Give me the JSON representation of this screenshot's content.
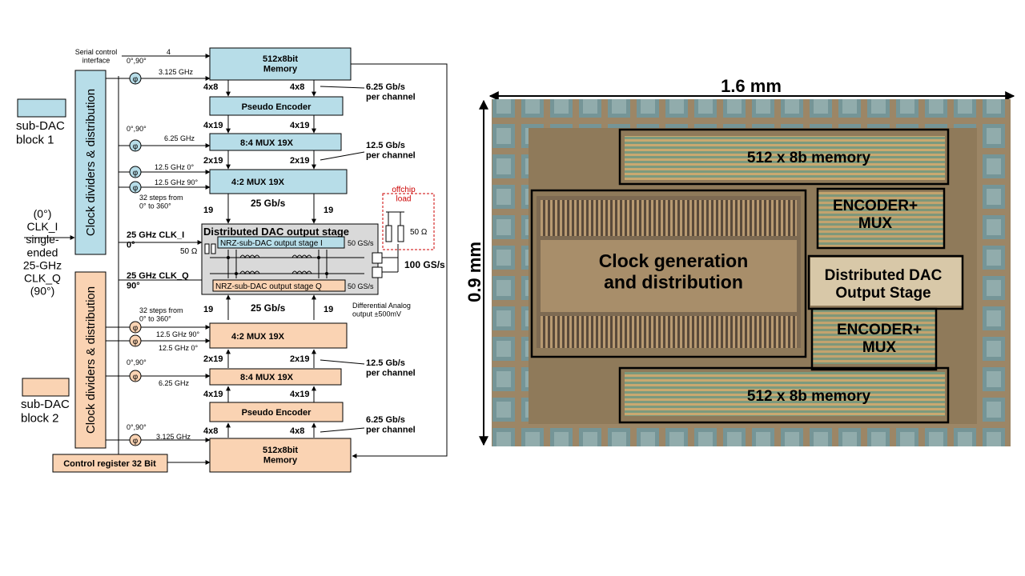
{
  "colors": {
    "blue": "#b7dde8",
    "peach": "#fad3b3",
    "gray": "#d9d9d9",
    "line": "#000000",
    "red_dash": "#cc0000",
    "die": "#9c8666",
    "pad": "#6e98a0"
  },
  "legend": {
    "block1": "sub-DAC\nblock 1",
    "block2": "sub-DAC\nblock 2",
    "clk_label": "(0°)\nCLK_I\nsingle-\nended\n25-GHz\nCLK_Q\n(90°)"
  },
  "clock_div": "Clock dividers & distribution",
  "serial": "Serial control\ninterface",
  "bus4": "4",
  "phase_symbol": "φ",
  "phase_0_90": "0°,90°",
  "steps": "32 steps from\n0° to 360°",
  "freq": {
    "f3125": "3.125 GHz",
    "f625": "6.25 GHz",
    "f125_0": "12.5 GHz 0°",
    "f125_90": "12.5 GHz 90°",
    "f25_i": "25 GHz  CLK_I\n0°",
    "f25_q": "25 GHz  CLK_Q\n90°"
  },
  "blocks": {
    "memory": "512x8bit\nMemory",
    "encoder": "Pseudo Encoder",
    "mux84": "8:4 MUX   19X",
    "mux42": "4:2 MUX 19X",
    "dac_title": "Distributed DAC output stage",
    "nrz_i": "NRZ-sub-DAC output stage I",
    "nrz_q": "NRZ-sub-DAC output stage Q",
    "gs50": "50 GS/s",
    "ohm50": "50 Ω",
    "control": "Control register 32 Bit"
  },
  "bus": {
    "b4x8": "4x8",
    "b4x19": "4x19",
    "b2x19": "2x19",
    "b19": "19",
    "b25": "25 Gb/s"
  },
  "rates": {
    "r625": "6.25 Gb/s\nper channel",
    "r125": "12.5 Gb/s\nper channel",
    "r100": "100 GS/s"
  },
  "offchip": "offchip\nload",
  "analog": "Differential Analog\noutput ±500mV",
  "die": {
    "width": "1.6 mm",
    "height": "0.9 mm",
    "mem_top": "512 x 8b memory",
    "mem_bot": "512 x 8b memory",
    "enc_top": "ENCODER+\nMUX",
    "enc_bot": "ENCODER+\nMUX",
    "clock": "Clock generation\nand distribution",
    "dac": "Distributed DAC\nOutput Stage"
  }
}
